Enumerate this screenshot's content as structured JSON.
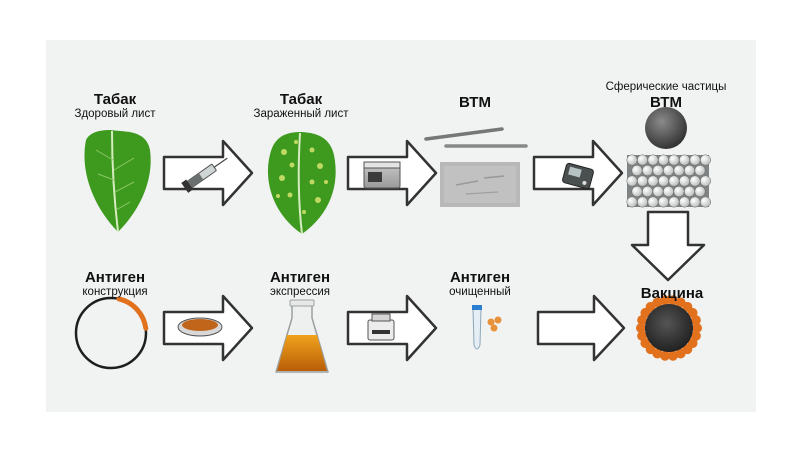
{
  "row1": {
    "step1": {
      "title": "Табак",
      "subtitle": "Здоровый лист"
    },
    "step2": {
      "title": "Табак",
      "subtitle": "Зараженный лист"
    },
    "step3": {
      "title": "ВТМ"
    },
    "step4": {
      "title": "ВТМ",
      "subtitle": "Сферические частицы"
    }
  },
  "row2": {
    "step1": {
      "title": "Антиген",
      "subtitle": "конструкция"
    },
    "step2": {
      "title": "Антиген",
      "subtitle": "экспрессия"
    },
    "step3": {
      "title": "Антиген",
      "subtitle": "очищенный"
    },
    "step4": {
      "title": "Вакцина"
    }
  },
  "colors": {
    "panel": "#f1f3f2",
    "leaf_green": "#3e9a1f",
    "infected_spots": "#cfe06a",
    "antigen_orange": "#e2711d",
    "liquid_orange": "#d9820f",
    "particle_dark": "#3a3a3a"
  }
}
